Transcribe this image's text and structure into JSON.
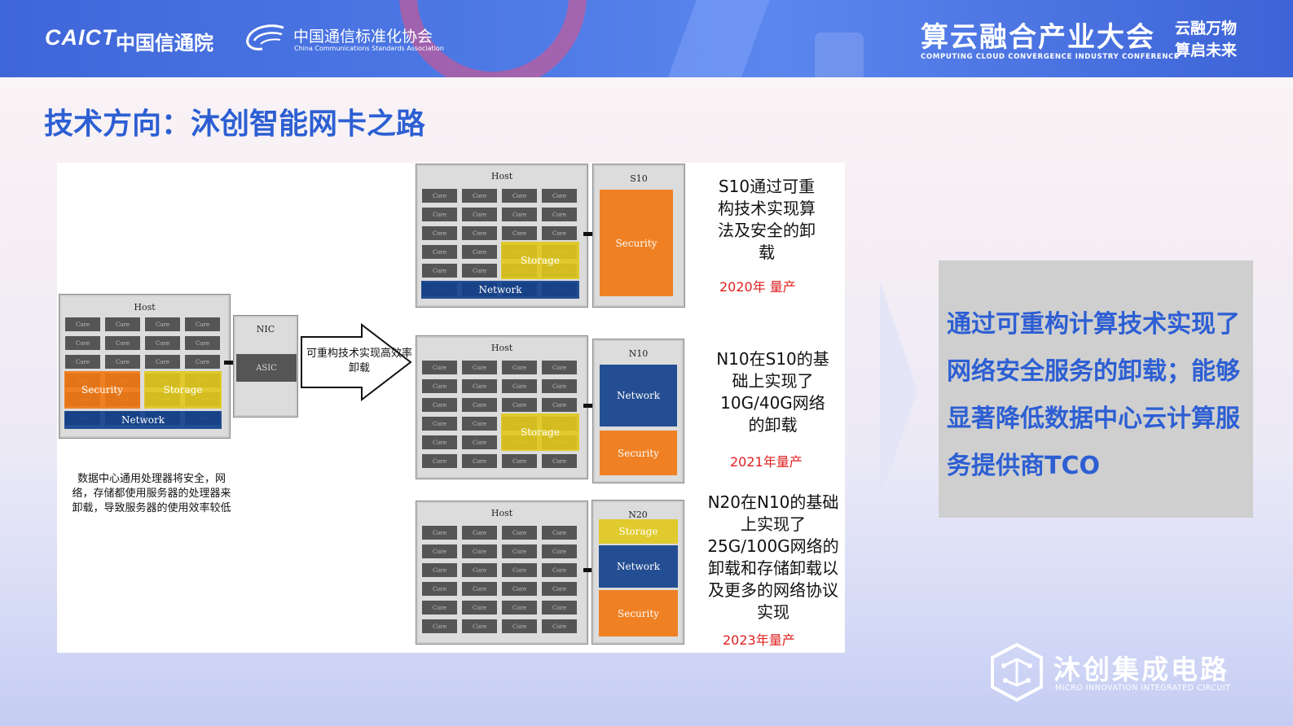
{
  "header": {
    "caict_logo": "CAICT",
    "caict_cn": "中国信通院",
    "ccsa_cn": "中国通信标准化协会",
    "ccsa_en": "China Communications Standards Association",
    "conference_cn": "算云融合产业大会",
    "conference_en": "COMPUTING CLOUD CONVERGENCE INDUSTRY CONFERENCE",
    "slogan_line1": "云融万物",
    "slogan_line2": "算启未来"
  },
  "title": "技术方向：沐创智能网卡之路",
  "diagram": {
    "core_label": "Core",
    "host_label": "Host",
    "security_label": "Security",
    "storage_label": "Storage",
    "network_label": "Network",
    "legacy": {
      "nic_label": "NIC",
      "asic_label": "ASIC"
    },
    "arrow_text": "可重构技术实现高效率卸载",
    "left_note": "数据中心通用处理器将安全，网络，存储都使用服务器的处理器来卸载，导致服务器的使用效率较低",
    "s10": {
      "name": "S10",
      "desc": "S10通过可重构技术实现算法及安全的卸载",
      "year": "2020年 量产"
    },
    "n10": {
      "name": "N10",
      "desc": "N10在S10的基础上实现了10G/40G网络的卸载",
      "year": "2021年量产"
    },
    "n20": {
      "name": "N20",
      "desc": "N20在N10的基础上实现了25G/100G网络的卸载和存储卸载以及更多的网络协议实现",
      "year": "2023年量产"
    }
  },
  "summary": "通过可重构计算技术实现了网络安全服务的卸载；能够显著降低数据中心云计算服务提供商TCO",
  "footer": {
    "brand_cn": "沐创集成电路",
    "brand_en": "MICRO INNOVATION INTEGRATED CIRCUIT"
  },
  "colors": {
    "title_blue": "#2d5fd3",
    "header_blue": "#4a74e2",
    "security_orange": "#f07814",
    "storage_yellow": "#e1c819",
    "network_navy": "#14418c",
    "year_red": "#e02020"
  }
}
